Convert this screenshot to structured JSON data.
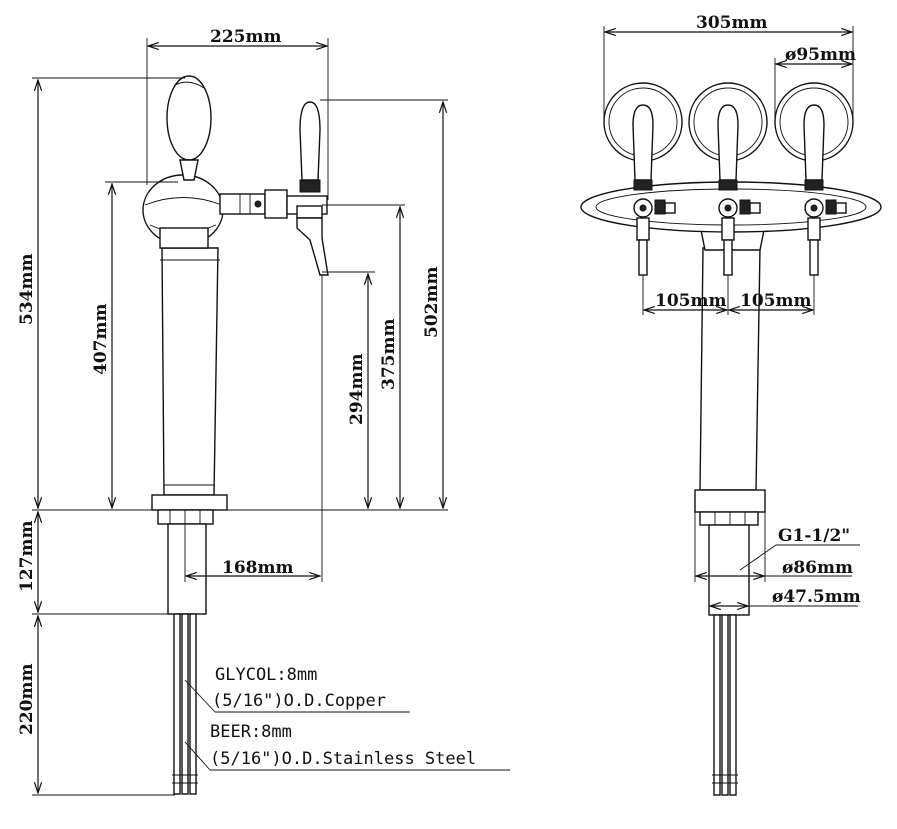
{
  "dimensions": {
    "side_view": {
      "width_top": "225mm",
      "total_height": "534mm",
      "faucet_height": "407mm",
      "spout_height": "294mm",
      "faucet_top_height": "375mm",
      "handle_top_height": "502mm",
      "shank_length": "127mm",
      "spout_reach": "168mm",
      "line_length": "220mm"
    },
    "front_view": {
      "overall_width": "305mm",
      "medallion_diameter": "ø95mm",
      "spacing_left": "105mm",
      "spacing_right": "105mm",
      "thread": "G1-1/2\"",
      "base_diameter": "ø86mm",
      "shank_diameter": "ø47.5mm"
    }
  },
  "notes": {
    "glycol_line1": "GLYCOL:8mm",
    "glycol_line2": "(5/16\")O.D.Copper",
    "beer_line1": "BEER:8mm",
    "beer_line2": "(5/16\")O.D.Stainless Steel"
  }
}
